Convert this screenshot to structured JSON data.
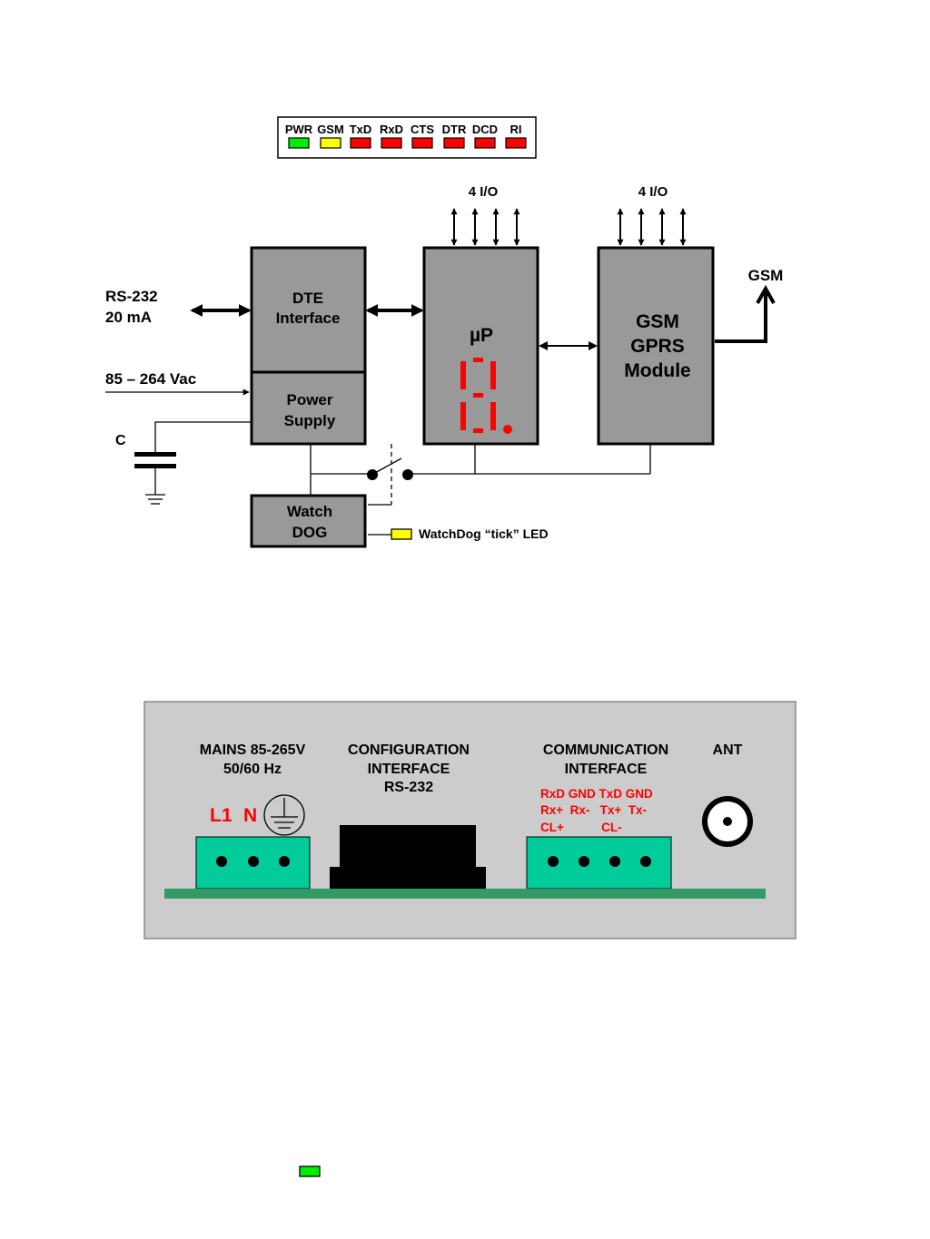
{
  "led_panel": {
    "leds": [
      {
        "label": "PWR",
        "color": "#00ee00"
      },
      {
        "label": "GSM",
        "color": "#ffff00"
      },
      {
        "label": "TxD",
        "color": "#ff0000"
      },
      {
        "label": "RxD",
        "color": "#ff0000"
      },
      {
        "label": "CTS",
        "color": "#ff0000"
      },
      {
        "label": "DTR",
        "color": "#ff0000"
      },
      {
        "label": "DCD",
        "color": "#ff0000"
      },
      {
        "label": "RI",
        "color": "#ff0000"
      }
    ]
  },
  "block_diagram": {
    "io_label_up": "4 I/O",
    "io_label_gsm": "4 I/O",
    "rs232_line1": "RS-232",
    "rs232_line2": "20 mA",
    "power_input_label": "85 – 264 Vac",
    "capacitor_label": "C",
    "dte_line1": "DTE",
    "dte_line2": "Interface",
    "psu_line1": "Power",
    "psu_line2": "Supply",
    "up_label": "µP",
    "gsm_module_line1": "GSM",
    "gsm_module_line2": "GPRS",
    "gsm_module_line3": "Module",
    "antenna_label": "GSM",
    "watchdog_line1": "Watch",
    "watchdog_line2": "DOG",
    "watchdog_led_label": "WatchDog “tick” LED",
    "watchdog_led_color": "#ffff00",
    "box_color": "#999999",
    "segment_color": "#ff0000"
  },
  "panel": {
    "background_color": "#cccccc",
    "mains_line1": "MAINS 85-265V",
    "mains_line2": "50/60 Hz",
    "l1_label": "L1",
    "n_label": "N",
    "config_line1": "CONFIGURATION",
    "config_line2": "INTERFACE",
    "config_line3": "RS-232",
    "comm_line1": "COMMUNICATION",
    "comm_line2": "INTERFACE",
    "ant_label": "ANT",
    "pin_row1": "RxD GND TxD GND",
    "pin_row2": "Rx+  Rx-   Tx+  Tx-",
    "pin_row3": "CL+           CL-",
    "terminal_color": "#00cc99",
    "pcb_color": "#339966",
    "label_red": "#ff0000"
  },
  "footer_led_color": "#00ee00"
}
